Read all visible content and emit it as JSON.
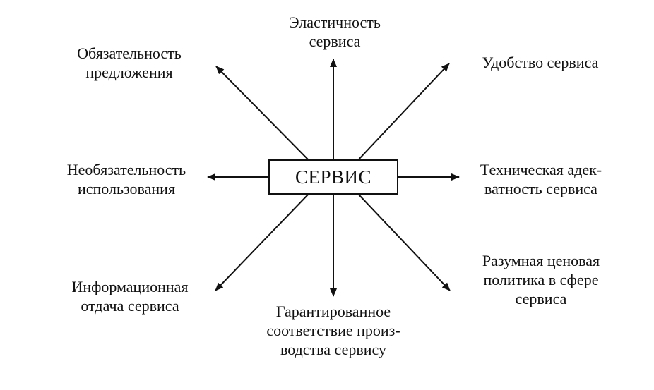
{
  "center": "СЕРВИС",
  "labels": {
    "top": [
      "Эластичность",
      "сервиса"
    ],
    "top_left": [
      "Обязательность",
      "предложения"
    ],
    "top_right": [
      "Удобство сервиса"
    ],
    "left": [
      "Необязательность",
      "использования"
    ],
    "right": [
      "Техническая адек-",
      "ватность сервиса"
    ],
    "bottom_left": [
      "Информационная",
      "отдача сервиса"
    ],
    "bottom": [
      "Гарантированное",
      "соответствие произ-",
      "водства сервису"
    ],
    "bottom_right": [
      "Разумная ценовая",
      "политика в сфере",
      "сервиса"
    ]
  },
  "colors": {
    "ink": "#111111",
    "background": "#ffffff"
  }
}
